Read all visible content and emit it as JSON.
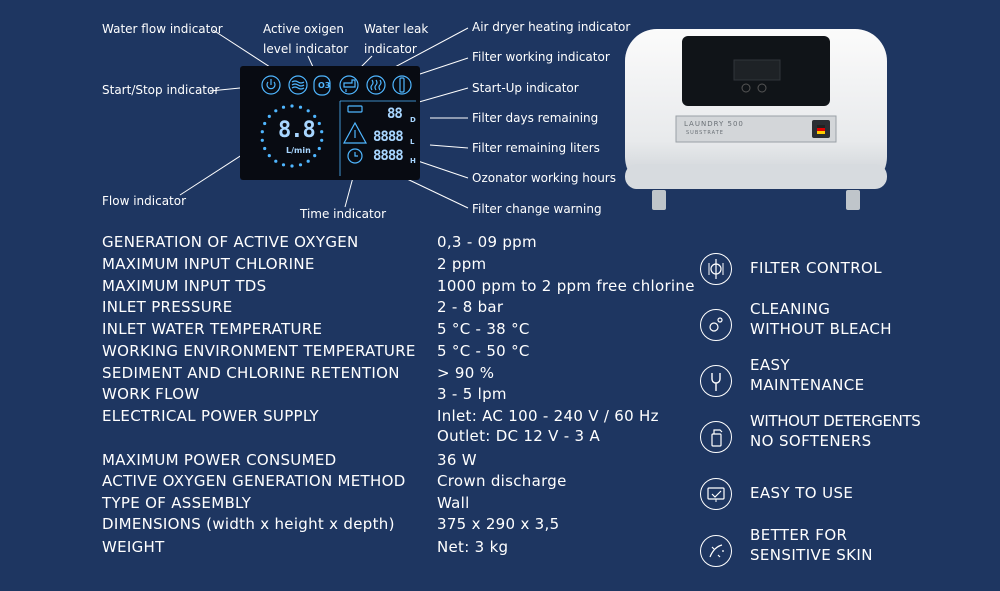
{
  "diagram": {
    "labels": {
      "water_flow": "Water flow indicator",
      "active_oxigen_1": "Active oxigen",
      "active_oxigen_2": "level indicator",
      "water_leak_1": "Water leak",
      "water_leak_2": "indicator",
      "air_dryer": "Air dryer heating indicator",
      "filter_working": "Filter working indicator",
      "start_stop": "Start/Stop indicator",
      "start_up": "Start-Up indicator",
      "filter_days": "Filter days remaining",
      "filter_liters": "Filter remaining liters",
      "flow": "Flow indicator",
      "ozonator_hours": "Ozonator working hours",
      "time": "Time indicator",
      "filter_change": "Filter change warning"
    },
    "lcd": {
      "flow_value": "8.8",
      "flow_unit": "L/min",
      "days_value": "88",
      "days_unit": "D",
      "liters_value": "8888",
      "liters_unit": "L",
      "hours_value": "8888",
      "hours_unit": "H",
      "o3_symbol": "O3"
    }
  },
  "device": {
    "brand_line": "LAUNDRY 500",
    "sub_line": "SUBSTRATE"
  },
  "specs": [
    {
      "label": "GENERATION OF ACTIVE OXYGEN",
      "value": "0,3 - 09 ppm"
    },
    {
      "label": "MAXIMUM INPUT CHLORINE",
      "value": "2 ppm"
    },
    {
      "label": "MAXIMUM INPUT TDS",
      "value": "1000 ppm to 2 ppm free chlorine"
    },
    {
      "label": "INLET PRESSURE",
      "value": "2 - 8 bar"
    },
    {
      "label": "INLET WATER TEMPERATURE",
      "value": "5 °C - 38 °C"
    },
    {
      "label": "WORKING ENVIRONMENT TEMPERATURE",
      "value": "5 °C - 50 °C"
    },
    {
      "label": "SEDIMENT AND CHLORINE RETENTION",
      "value": "> 90 %"
    },
    {
      "label": "WORK FLOW",
      "value": "3 - 5 lpm"
    },
    {
      "label": "ELECTRICAL POWER SUPPLY",
      "value": "Inlet: AC 100 - 240 V / 60 Hz"
    },
    {
      "label": "",
      "value": "Outlet: DC 12 V - 3 A"
    },
    {
      "label": "MAXIMUM POWER CONSUMED",
      "value": "36 W"
    },
    {
      "label": "ACTIVE OXYGEN GENERATION METHOD",
      "value": "Crown discharge"
    },
    {
      "label": "TYPE OF ASSEMBLY",
      "value": "Wall"
    },
    {
      "label": "DIMENSIONS (width x height x depth)",
      "value": "375 x 290 x 3,5"
    },
    {
      "label": "WEIGHT",
      "value": "Net: 3 kg"
    }
  ],
  "features": [
    {
      "line1": "FILTER CONTROL",
      "line2": "",
      "icon": "filter-control-icon"
    },
    {
      "line1": "CLEANING",
      "line2": "WITHOUT BLEACH",
      "icon": "bubble-icon"
    },
    {
      "line1": "EASY",
      "line2": "MAINTENANCE",
      "icon": "wrench-icon"
    },
    {
      "line1": "WITHOUT DETERGENTS",
      "line2": "NO SOFTENERS",
      "icon": "spray-bottle-icon"
    },
    {
      "line1": "EASY TO USE",
      "line2": "",
      "icon": "touch-screen-icon"
    },
    {
      "line1": "BETTER FOR",
      "line2": "SENSITIVE SKIN",
      "icon": "skin-care-icon"
    }
  ],
  "colors": {
    "background": "#1e3661",
    "lcd_background": "#080b12",
    "lcd_accent": "#4fb6ff",
    "text": "#ffffff"
  }
}
